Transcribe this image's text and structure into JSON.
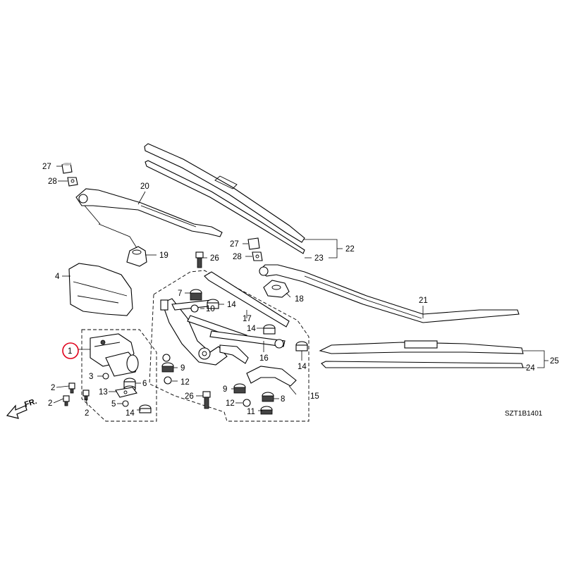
{
  "diagram": {
    "code": "SZT1B1401",
    "front_label": "FR.",
    "highlight_color": "#e0001a",
    "callouts": [
      {
        "id": "c27a",
        "text": "27"
      },
      {
        "id": "c28a",
        "text": "28"
      },
      {
        "id": "c20",
        "text": "20"
      },
      {
        "id": "c19",
        "text": "19"
      },
      {
        "id": "c4",
        "text": "4"
      },
      {
        "id": "c1",
        "text": "1"
      },
      {
        "id": "c2a",
        "text": "2"
      },
      {
        "id": "c2b",
        "text": "2"
      },
      {
        "id": "c2c",
        "text": "2"
      },
      {
        "id": "c3",
        "text": "3"
      },
      {
        "id": "c13",
        "text": "13"
      },
      {
        "id": "c5",
        "text": "5"
      },
      {
        "id": "c14a",
        "text": "14"
      },
      {
        "id": "c6",
        "text": "6"
      },
      {
        "id": "c26a",
        "text": "26"
      },
      {
        "id": "c7",
        "text": "7"
      },
      {
        "id": "c10",
        "text": "10"
      },
      {
        "id": "c14b",
        "text": "14"
      },
      {
        "id": "c17",
        "text": "17"
      },
      {
        "id": "c14c",
        "text": "14"
      },
      {
        "id": "c16",
        "text": "16"
      },
      {
        "id": "c14d",
        "text": "14"
      },
      {
        "id": "c9a",
        "text": "9"
      },
      {
        "id": "c12a",
        "text": "12"
      },
      {
        "id": "c9b",
        "text": "9"
      },
      {
        "id": "c8",
        "text": "8"
      },
      {
        "id": "c15",
        "text": "15"
      },
      {
        "id": "c26b",
        "text": "26"
      },
      {
        "id": "c12b",
        "text": "12"
      },
      {
        "id": "c11",
        "text": "11"
      },
      {
        "id": "c27b",
        "text": "27"
      },
      {
        "id": "c28b",
        "text": "28"
      },
      {
        "id": "c23",
        "text": "23"
      },
      {
        "id": "c22",
        "text": "22"
      },
      {
        "id": "c18",
        "text": "18"
      },
      {
        "id": "c21",
        "text": "21"
      },
      {
        "id": "c24",
        "text": "24"
      },
      {
        "id": "c25",
        "text": "25"
      }
    ]
  }
}
